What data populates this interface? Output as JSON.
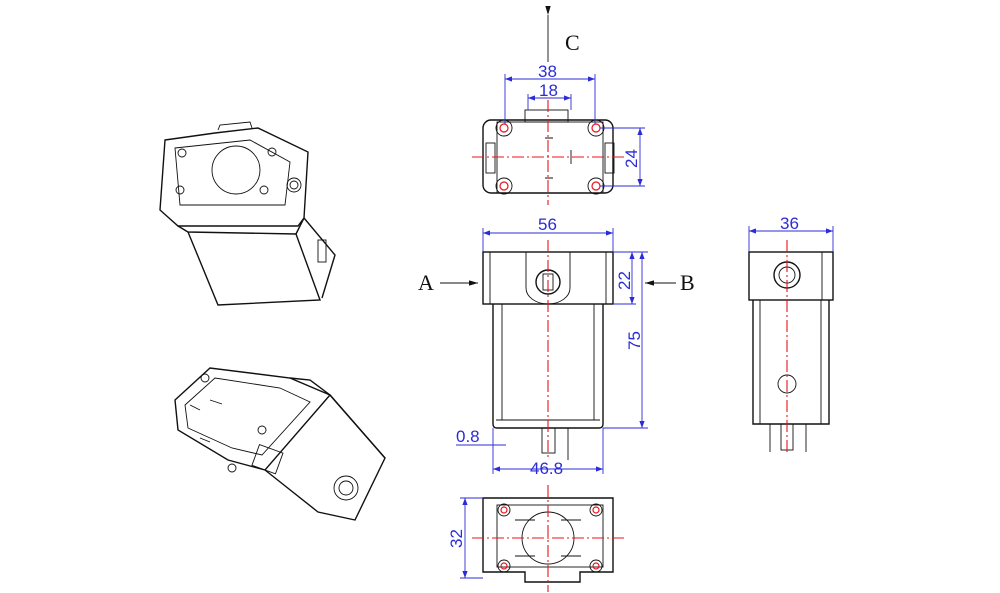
{
  "views": {
    "arrow_c": "C",
    "arrow_a": "A",
    "arrow_b": "B"
  },
  "dimensions": {
    "top_width": "38",
    "top_tab_width": "18",
    "top_height": "24",
    "front_width": "56",
    "front_head_height": "22",
    "front_total_height": "75",
    "front_offset": "0.8",
    "front_body_width": "46.8",
    "side_width": "36",
    "bottom_height": "32"
  },
  "colors": {
    "dimension": "#2b2bd8",
    "centerline": "#e8141c",
    "outline": "#111111"
  }
}
